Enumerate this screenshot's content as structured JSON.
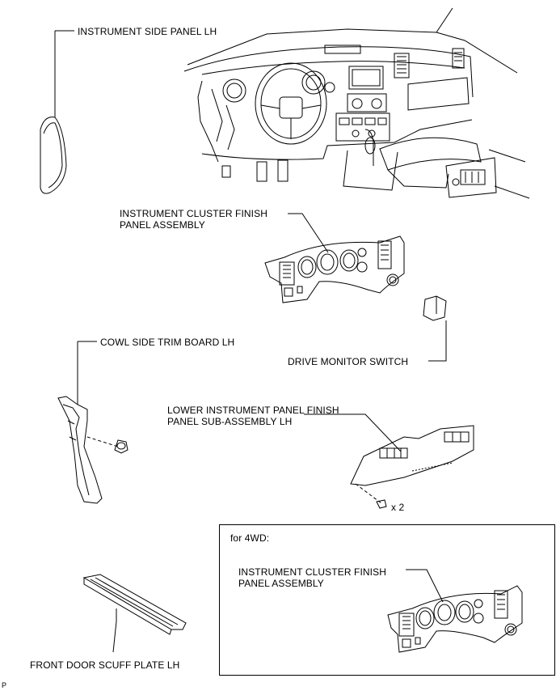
{
  "labels": {
    "side_panel": "INSTRUMENT SIDE PANEL LH",
    "cluster_finish_l1": "INSTRUMENT CLUSTER FINISH",
    "cluster_finish_l2": "PANEL ASSEMBLY",
    "cowl_trim": "COWL SIDE TRIM BOARD LH",
    "drive_monitor": "DRIVE MONITOR SWITCH",
    "lower_panel_l1": "LOWER INSTRUMENT PANEL FINISH",
    "lower_panel_l2": "PANEL SUB-ASSEMBLY LH",
    "screw_qty": "x 2",
    "inset_title": "for 4WD:",
    "inset_cluster_l1": "INSTRUMENT CLUSTER FINISH",
    "inset_cluster_l2": "PANEL ASSEMBLY",
    "scuff_plate": "FRONT DOOR SCUFF PLATE LH",
    "corner_code": "P"
  }
}
